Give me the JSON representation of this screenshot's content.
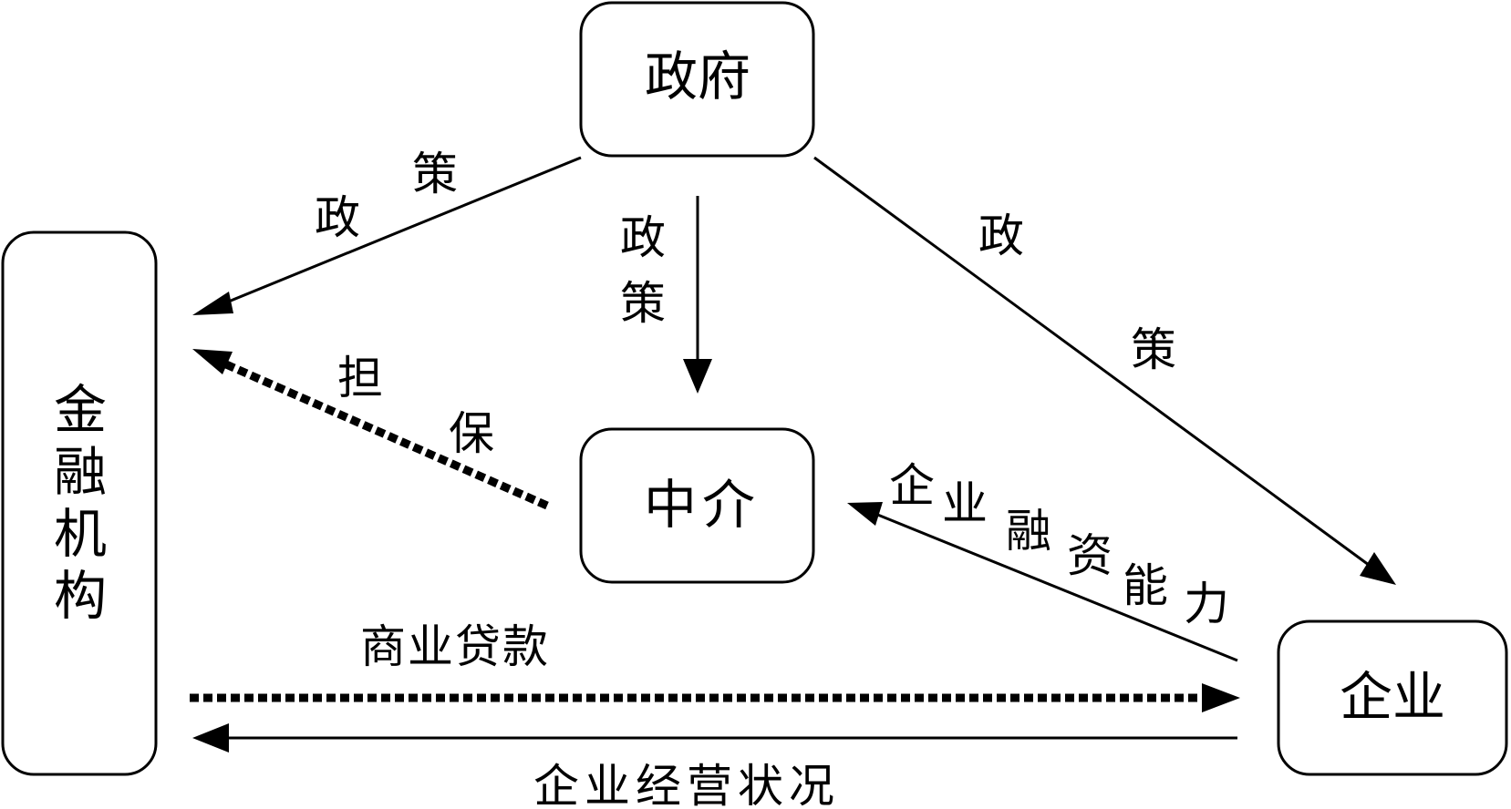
{
  "nodes": {
    "government": "政府",
    "intermediary": "中介",
    "enterprise": "企业",
    "financial_institution": "金融机构"
  },
  "edges": {
    "gov_to_finance": [
      "政",
      "策"
    ],
    "gov_to_intermediary": [
      "政",
      "策"
    ],
    "gov_to_enterprise": [
      "政",
      "策"
    ],
    "guarantee": [
      "担",
      "保"
    ],
    "financing_ability": [
      "企",
      "业",
      "融",
      "资",
      "能",
      "力"
    ],
    "commercial_loan": "商业贷款",
    "operating_status": "企业经营状况"
  },
  "colors": {
    "stroke": "#000000",
    "background": "#ffffff"
  }
}
